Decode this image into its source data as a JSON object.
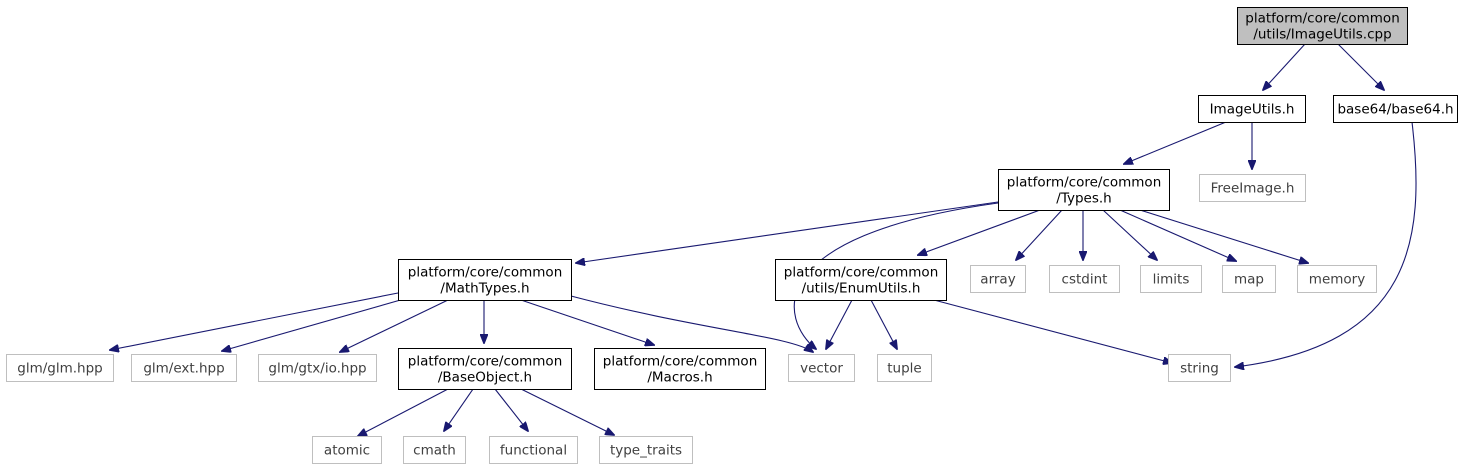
{
  "diagram": {
    "colors": {
      "edge": "#191970",
      "root_fill": "#bfbfbf",
      "node_border": "#000000",
      "external_border": "#bfbfbf",
      "external_text": "#404040",
      "text": "#000000"
    },
    "nodes": [
      {
        "id": "imageutils_cpp",
        "lines": [
          "platform/core/common",
          "/utils/ImageUtils.cpp"
        ],
        "kind": "root"
      },
      {
        "id": "imageutils_h",
        "lines": [
          "ImageUtils.h"
        ],
        "kind": "internal"
      },
      {
        "id": "base64_h",
        "lines": [
          "base64/base64.h"
        ],
        "kind": "internal"
      },
      {
        "id": "types_h",
        "lines": [
          "platform/core/common",
          "/Types.h"
        ],
        "kind": "internal"
      },
      {
        "id": "freeimage_h",
        "lines": [
          "FreeImage.h"
        ],
        "kind": "external"
      },
      {
        "id": "mathtypes_h",
        "lines": [
          "platform/core/common",
          "/MathTypes.h"
        ],
        "kind": "internal"
      },
      {
        "id": "enumutils_h",
        "lines": [
          "platform/core/common",
          "/utils/EnumUtils.h"
        ],
        "kind": "internal"
      },
      {
        "id": "array",
        "lines": [
          "array"
        ],
        "kind": "external"
      },
      {
        "id": "cstdint",
        "lines": [
          "cstdint"
        ],
        "kind": "external"
      },
      {
        "id": "limits",
        "lines": [
          "limits"
        ],
        "kind": "external"
      },
      {
        "id": "map",
        "lines": [
          "map"
        ],
        "kind": "external"
      },
      {
        "id": "memory",
        "lines": [
          "memory"
        ],
        "kind": "external"
      },
      {
        "id": "glm_glm",
        "lines": [
          "glm/glm.hpp"
        ],
        "kind": "external"
      },
      {
        "id": "glm_ext",
        "lines": [
          "glm/ext.hpp"
        ],
        "kind": "external"
      },
      {
        "id": "glm_gtx_io",
        "lines": [
          "glm/gtx/io.hpp"
        ],
        "kind": "external"
      },
      {
        "id": "baseobject_h",
        "lines": [
          "platform/core/common",
          "/BaseObject.h"
        ],
        "kind": "internal"
      },
      {
        "id": "macros_h",
        "lines": [
          "platform/core/common",
          "/Macros.h"
        ],
        "kind": "internal"
      },
      {
        "id": "vector",
        "lines": [
          "vector"
        ],
        "kind": "external"
      },
      {
        "id": "tuple",
        "lines": [
          "tuple"
        ],
        "kind": "external"
      },
      {
        "id": "string",
        "lines": [
          "string"
        ],
        "kind": "external"
      },
      {
        "id": "atomic",
        "lines": [
          "atomic"
        ],
        "kind": "external"
      },
      {
        "id": "cmath",
        "lines": [
          "cmath"
        ],
        "kind": "external"
      },
      {
        "id": "functional",
        "lines": [
          "functional"
        ],
        "kind": "external"
      },
      {
        "id": "type_traits",
        "lines": [
          "type_traits"
        ],
        "kind": "external"
      }
    ],
    "edges": [
      [
        "imageutils_cpp",
        "imageutils_h"
      ],
      [
        "imageutils_cpp",
        "base64_h"
      ],
      [
        "imageutils_h",
        "types_h"
      ],
      [
        "imageutils_h",
        "freeimage_h"
      ],
      [
        "base64_h",
        "string"
      ],
      [
        "types_h",
        "mathtypes_h"
      ],
      [
        "types_h",
        "vector"
      ],
      [
        "types_h",
        "enumutils_h"
      ],
      [
        "types_h",
        "array"
      ],
      [
        "types_h",
        "cstdint"
      ],
      [
        "types_h",
        "limits"
      ],
      [
        "types_h",
        "map"
      ],
      [
        "types_h",
        "memory"
      ],
      [
        "mathtypes_h",
        "glm_glm"
      ],
      [
        "mathtypes_h",
        "glm_ext"
      ],
      [
        "mathtypes_h",
        "glm_gtx_io"
      ],
      [
        "mathtypes_h",
        "baseobject_h"
      ],
      [
        "mathtypes_h",
        "macros_h"
      ],
      [
        "mathtypes_h",
        "vector"
      ],
      [
        "enumutils_h",
        "vector"
      ],
      [
        "enumutils_h",
        "tuple"
      ],
      [
        "enumutils_h",
        "string"
      ],
      [
        "baseobject_h",
        "atomic"
      ],
      [
        "baseobject_h",
        "cmath"
      ],
      [
        "baseobject_h",
        "functional"
      ],
      [
        "baseobject_h",
        "type_traits"
      ]
    ]
  }
}
